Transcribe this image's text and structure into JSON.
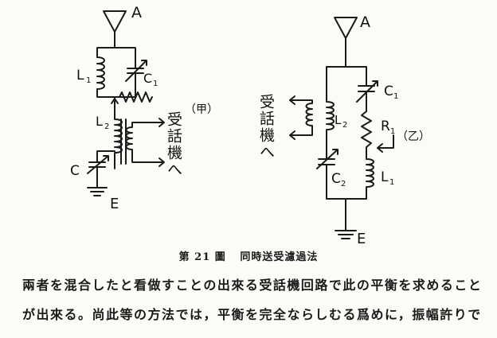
{
  "figure": {
    "left": {
      "antenna": "A",
      "l1": "L",
      "l1_sub": "1",
      "c1": "C",
      "c1_sub": "1",
      "l2": "L",
      "l2_sub": "2",
      "c": "C",
      "ground": "E",
      "receiver": "受話機へ",
      "tag": "（甲）"
    },
    "right": {
      "antenna": "A",
      "c1": "C",
      "c1_sub": "1",
      "l2": "L",
      "l2_sub": "2",
      "r1": "R",
      "r1_sub": "1",
      "tag": "（乙）",
      "c2": "C",
      "c2_sub": "2",
      "l1": "L",
      "l1_sub": "1",
      "ground": "E",
      "receiver": "受話機へ"
    }
  },
  "caption": {
    "number": "第 21 圖",
    "title": "同時送受濾過法"
  },
  "body": {
    "line1": "兩者を混合したと看做すことの出來る受話機回路で此の平衡を求めること",
    "line2": "が出來る。尚此等の方法では，平衡を完全ならしむる爲めに，振幅許りで"
  }
}
